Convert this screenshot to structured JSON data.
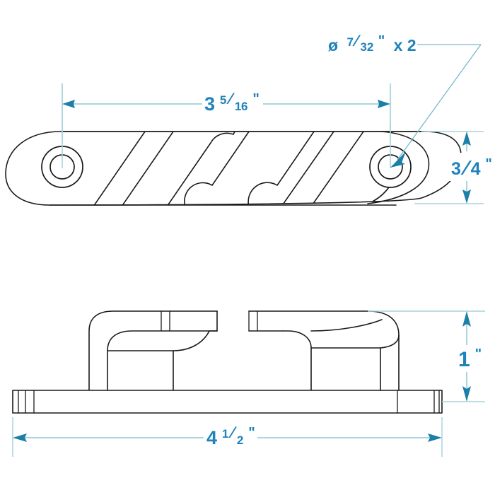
{
  "drawing": {
    "title": "Boat cleat technical drawing",
    "background_color": "#ffffff",
    "line_color": "#1a1a1a",
    "dimension_color": "#1f82bb",
    "dimension_line_color": "#8fc6d4",
    "arrow_color": "#1b7fa8",
    "views": [
      {
        "name": "top-view",
        "label": "Plan view of cleat with two mounting holes"
      },
      {
        "name": "front-view",
        "label": "Elevation view of cleat on base plate"
      }
    ],
    "dimensions": {
      "hole_note": {
        "symbol": "ø",
        "value": "7",
        "denominator": "32",
        "unit": "\"",
        "quantity": "x 2",
        "full_text": "ø 7/32\" x 2"
      },
      "length_between_holes": {
        "whole": "3",
        "numerator": "5",
        "denominator": "16",
        "unit": "\"",
        "full_text": "3 5/16\""
      },
      "width": {
        "whole": "",
        "numerator": "3",
        "denominator": "4",
        "unit": "\"",
        "full_text": "3/4\""
      },
      "height": {
        "whole": "1",
        "numerator": "",
        "denominator": "",
        "unit": "\"",
        "full_text": "1\""
      },
      "overall_length": {
        "whole": "4",
        "numerator": "1",
        "denominator": "2",
        "unit": "\"",
        "full_text": "4 1/2\""
      }
    }
  }
}
